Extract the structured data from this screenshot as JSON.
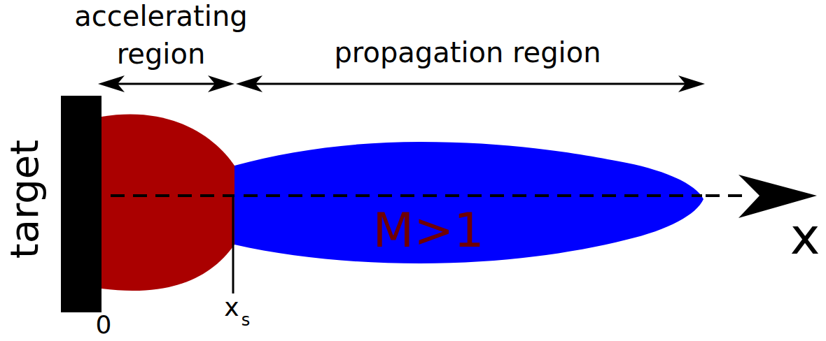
{
  "diagram": {
    "nodes": [
      {
        "text": [
          "target"
        ]
      },
      {
        "text": [
          "M>1"
        ]
      }
    ],
    "labels": [
      "accelerating region",
      "propagation region",
      "0",
      "x",
      "s",
      "x"
    ]
  }
}
